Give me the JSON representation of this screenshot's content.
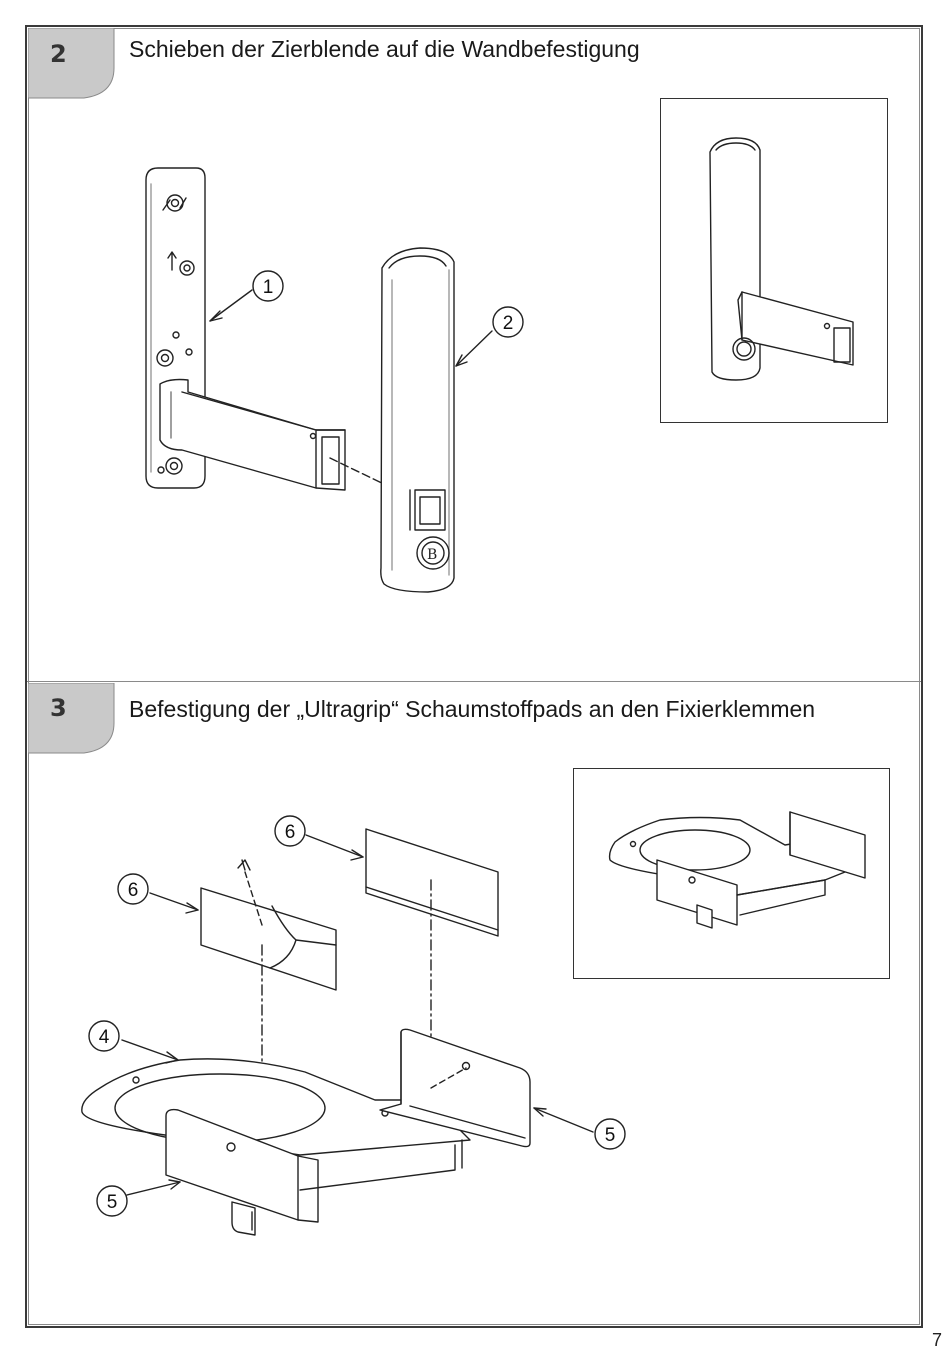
{
  "steps": [
    {
      "number": "2",
      "title": "Schieben der Zierblende auf die Wandbefestigung"
    },
    {
      "number": "3",
      "title": "Befestigung der „Ultragrip“ Schaumstoffpads an den Fixierklemmen"
    }
  ],
  "callouts": {
    "step2_part1": "1",
    "step2_part2": "2",
    "step3_part6a": "6",
    "step3_part6b": "6",
    "step3_part4": "4",
    "step3_part5a": "5",
    "step3_part5b": "5"
  },
  "page": {
    "number": "7"
  }
}
